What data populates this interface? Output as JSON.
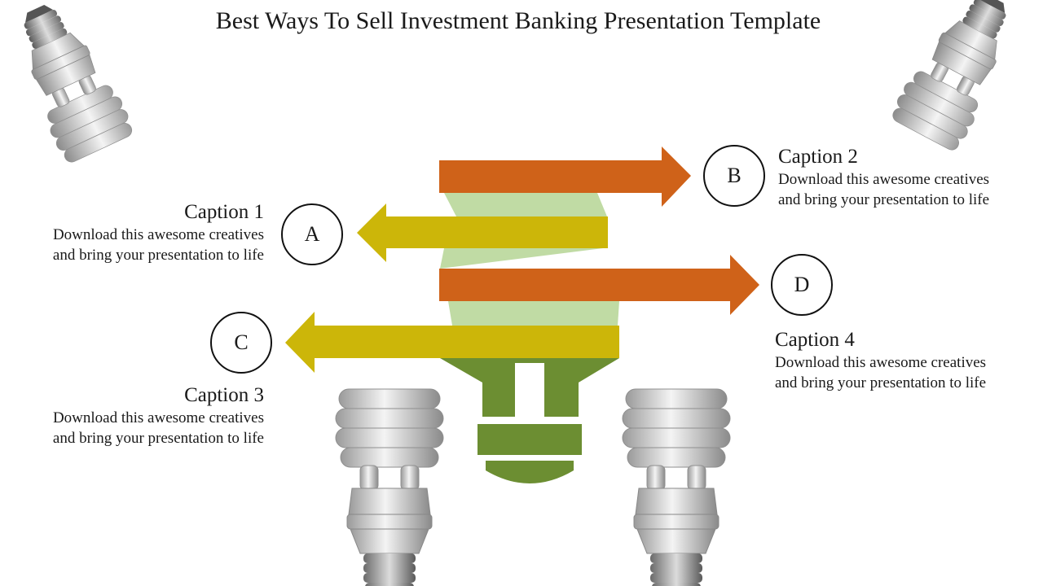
{
  "title": "Best Ways To Sell Investment Banking Presentation Template",
  "colors": {
    "orange": "#cf6219",
    "yellow": "#ccb609",
    "light_green": "#b9d79a",
    "base_green": "#6c8e32"
  },
  "icons": [
    "cfl-bulb-icon",
    "cfl-bulb-icon",
    "cfl-bulb-icon",
    "cfl-bulb-icon",
    "arrow-right-icon",
    "arrow-left-icon"
  ],
  "items": [
    {
      "letter": "A",
      "caption": "Caption 1",
      "text1": "Download this awesome creatives",
      "text2": "and bring your presentation to life"
    },
    {
      "letter": "B",
      "caption": "Caption 2",
      "text1": "Download this awesome creatives",
      "text2": "and bring your presentation to life"
    },
    {
      "letter": "C",
      "caption": "Caption 3",
      "text1": "Download this awesome creatives",
      "text2": "and bring your presentation to life"
    },
    {
      "letter": "D",
      "caption": "Caption 4",
      "text1": "Download this awesome creatives",
      "text2": "and bring your presentation to life"
    }
  ]
}
